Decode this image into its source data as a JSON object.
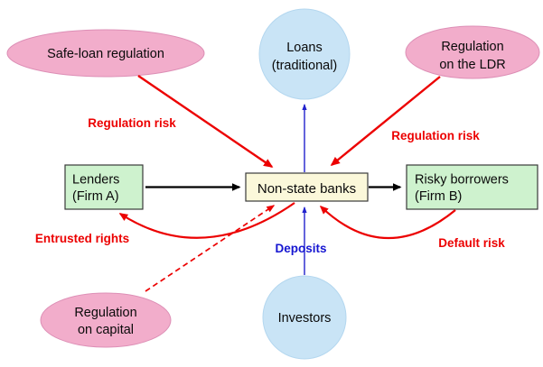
{
  "diagram": {
    "nodes": {
      "safe_loan_regulation": {
        "label": "Safe-loan regulation"
      },
      "loans": {
        "line1": "Loans",
        "line2": "(traditional)"
      },
      "regulation_ldr": {
        "line1": "Regulation",
        "line2": "on the LDR"
      },
      "lenders": {
        "line1": "Lenders",
        "line2": "(Firm A)"
      },
      "non_state_banks": {
        "label": "Non-state banks"
      },
      "risky_borrowers": {
        "line1": "Risky borrowers",
        "line2": "(Firm B)"
      },
      "regulation_capital": {
        "line1": "Regulation",
        "line2": "on capital"
      },
      "investors": {
        "label": "Investors"
      }
    },
    "edge_labels": {
      "regulation_risk_left": "Regulation risk",
      "regulation_risk_right": "Regulation risk",
      "entrusted_rights": "Entrusted rights",
      "default_risk": "Default risk",
      "deposits": "Deposits"
    },
    "colors": {
      "pink_fill": "#F2ADCB",
      "blue_fill": "#C9E4F6",
      "green_fill": "#CEF2CE",
      "cream_fill": "#FBF8DA",
      "red": "#EC0000",
      "blue_line": "#2222CD",
      "blue_label": "#1616D1",
      "black": "#000000",
      "background": "#FFFFFF"
    }
  }
}
